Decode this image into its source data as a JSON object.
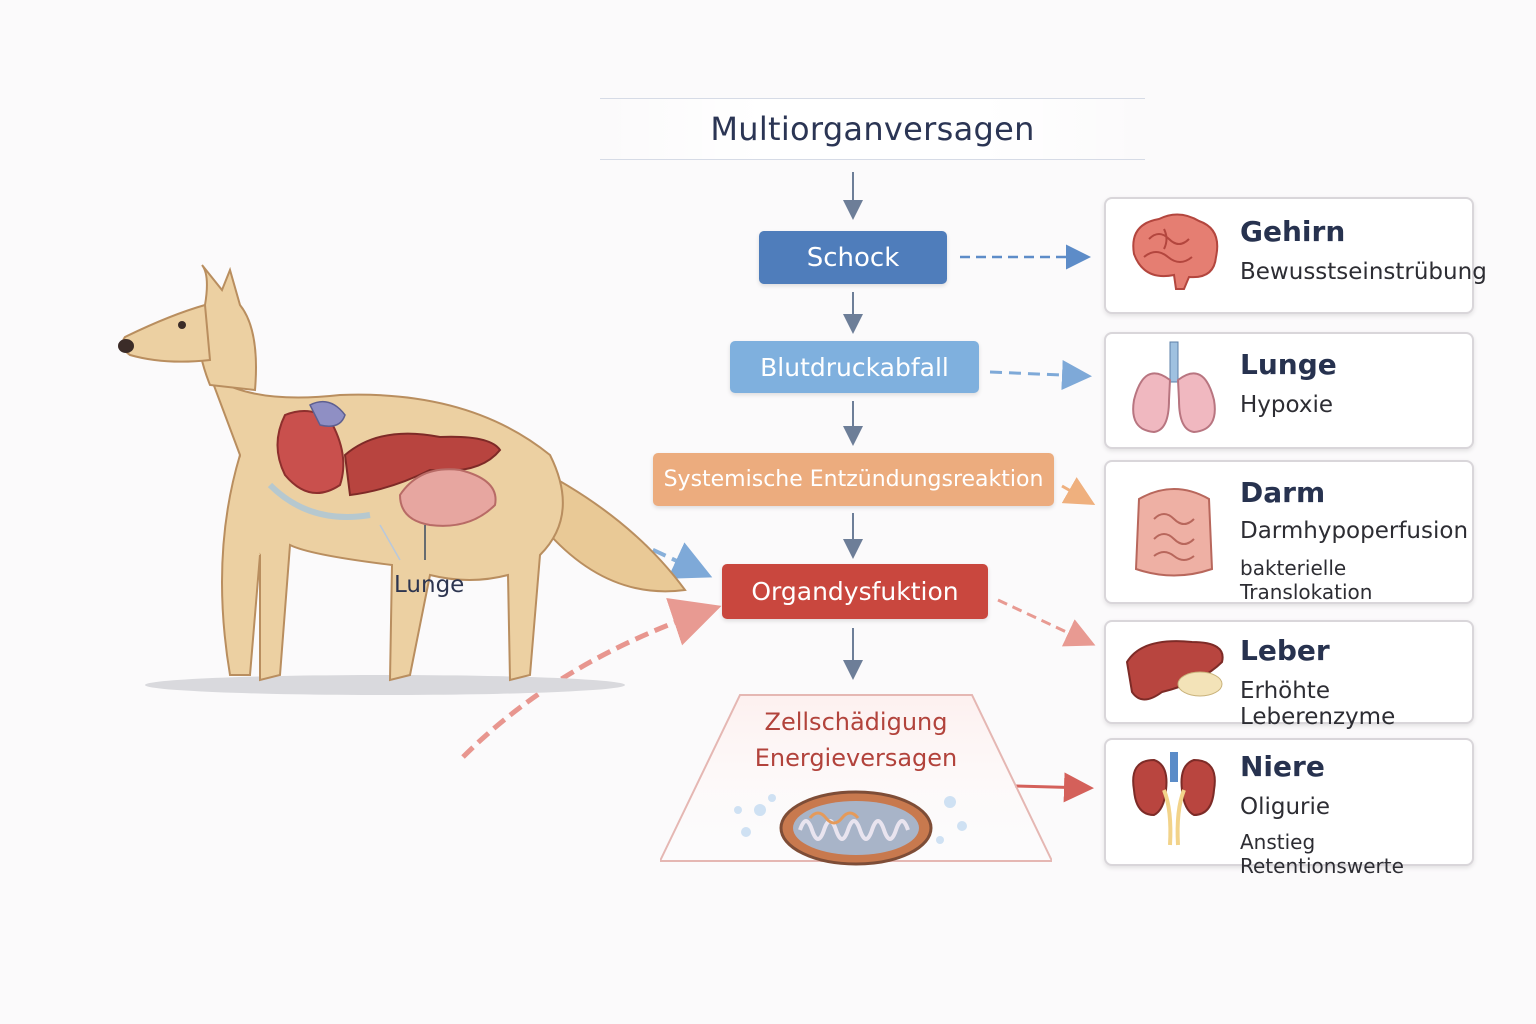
{
  "title": "Multiorganversagen",
  "steps": {
    "schock": "Schock",
    "blutdruck": "Blutdruckabfall",
    "sirs": "Systemische Entzündungsreaktion",
    "organ": "Organdysfuktion",
    "zell_line1": "Zellschädigung",
    "zell_line2": "Energieversagen"
  },
  "dog_label": "Lunge",
  "organs": [
    {
      "name": "Gehirn",
      "sub": "Bewusstseinstrübung",
      "sub2": "",
      "icon": "brain-icon"
    },
    {
      "name": "Lunge",
      "sub": "Hypoxie",
      "sub2": "",
      "icon": "lungs-icon"
    },
    {
      "name": "Darm",
      "sub": "Darmhypoperfusion",
      "sub2": "bakterielle Translokation",
      "icon": "intestine-icon"
    },
    {
      "name": "Leber",
      "sub": "Erhöhte Leberenzyme",
      "sub2": "",
      "icon": "liver-icon"
    },
    {
      "name": "Niere",
      "sub": "Oligurie",
      "sub2": "Anstieg Retentionswerte",
      "icon": "kidney-icon"
    }
  ],
  "colors": {
    "schock": "#4f7dbb",
    "blutdruck": "#7fb0de",
    "sirs": "#ecac7e",
    "organ": "#c9473e",
    "zell": "#b2433c",
    "title": "#2b3554"
  }
}
